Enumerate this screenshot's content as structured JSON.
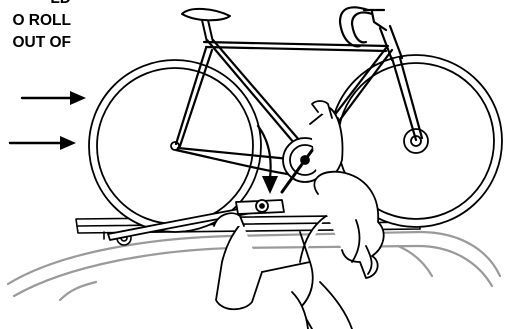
{
  "caption": {
    "line1": "LD",
    "line2": "O ROLL",
    "line3": "OUT OF"
  },
  "colors": {
    "ink": "#000000",
    "roof": "#9a9a9a",
    "background": "#ffffff"
  }
}
